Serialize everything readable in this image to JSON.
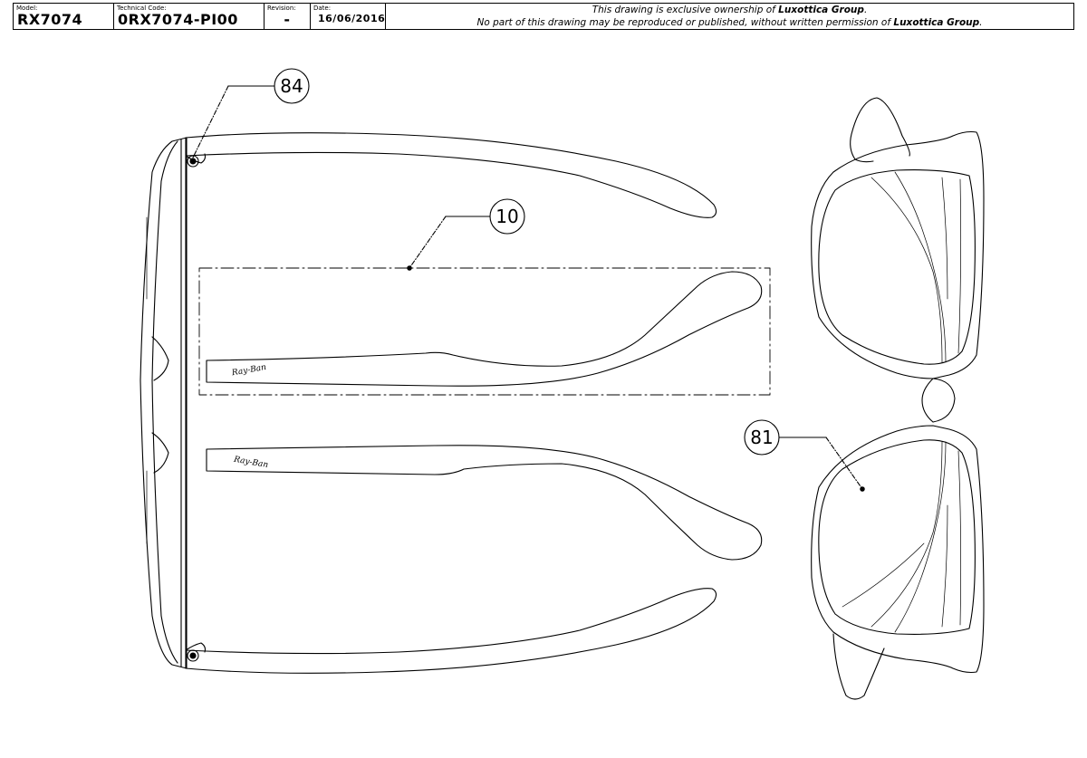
{
  "title_block": {
    "model_label": "Model:",
    "model_value": "RX7074",
    "technical_code_label": "Technical Code:",
    "technical_code_value": "0RX7074-PI00",
    "revision_label": "Revision:",
    "revision_value": "-",
    "date_label": "Date:",
    "date_value": "16/06/2016",
    "notice_line1_prefix": "This drawing is exclusive ownership of ",
    "notice_line1_owner": "Luxottica Group",
    "notice_line1_suffix": ".",
    "notice_line2_prefix": "No part of this drawing may be reproduced or published, without written permission of ",
    "notice_line2_owner": "Luxottica Group",
    "notice_line2_suffix": "."
  },
  "callouts": {
    "hinge": "84",
    "temple": "10",
    "lens": "81"
  },
  "logo_text": "Ray-Ban"
}
